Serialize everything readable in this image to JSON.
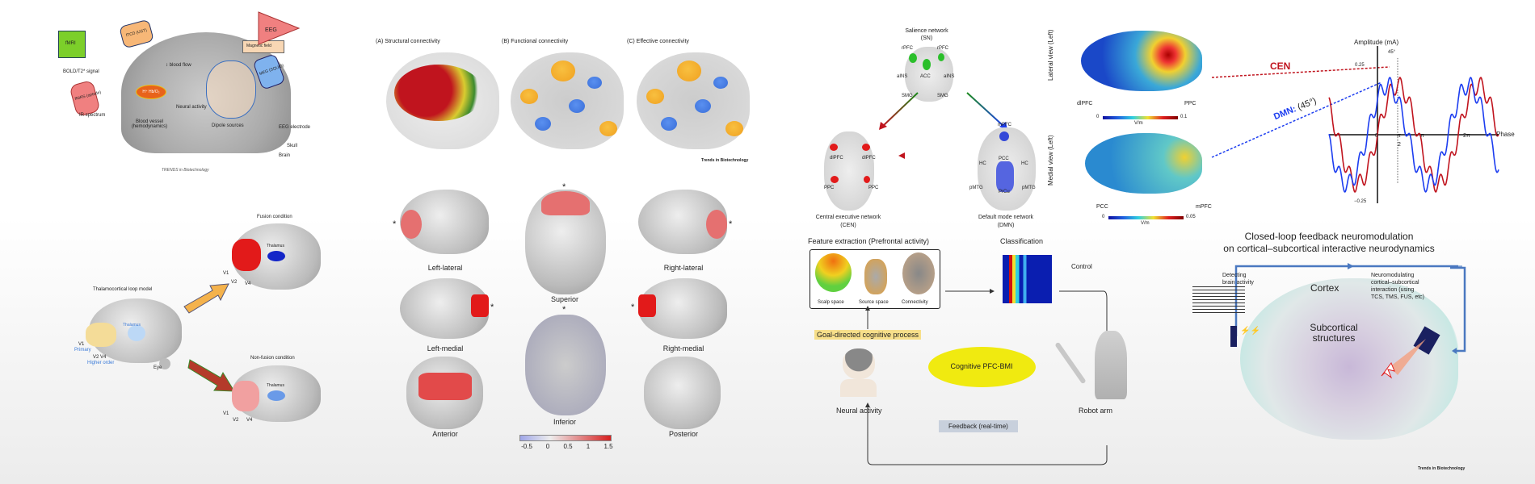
{
  "panel_imaging": {
    "fmri": "fMRI",
    "bold_signal": "BOLD/T2* signal",
    "fnirs": "fNIRS (optode)",
    "ir_spectrum": "IR spectrum",
    "ftcd": "fTCD (UST)",
    "blood_flow": "↕ blood flow",
    "hb": "H⁺ Hb/O₂",
    "neural_activity": "Neural activity",
    "blood_vessel": "Blood vessel (hemodynamics)",
    "dipole_sources": "Dipole sources",
    "magnetic_field": "Magnetic field",
    "meg": "MEG (SQUID)",
    "eeg": "EEG",
    "eeg_electrode": "EEG electrode",
    "skull": "Skull",
    "brain": "Brain",
    "credit": "TRENDS in Biotechnology"
  },
  "panel_fusion": {
    "fusion_title": "Fusion condition",
    "nonfusion_title": "Non-fusion condition",
    "loop_title": "Thalamocortical loop model",
    "thalamus": "Thalamus",
    "v1": "V1",
    "v2": "V2",
    "v4": "V4",
    "primary": "Primary",
    "v2v4": "V2  V4",
    "higher_order": "Higher order",
    "eye": "Eye"
  },
  "panel_connectivity": {
    "titles": [
      "(A) Structural connectivity",
      "(B) Functional connectivity",
      "(C) Effective connectivity"
    ],
    "credit": "Trends in Biotechnology"
  },
  "panel_surface": {
    "views": [
      "Left-lateral",
      "Superior",
      "Right-lateral",
      "Left-medial",
      "Inferior",
      "Right-medial",
      "Anterior",
      "Posterior"
    ],
    "asterisk": "*",
    "colorbar_ticks": [
      "-0.5",
      "0",
      "0.5",
      "1",
      "1.5"
    ],
    "colorbar_colors": [
      "#9fa6e8",
      "#ededed",
      "#d61f1f"
    ]
  },
  "panel_networks": {
    "sn_title": "Salience network",
    "sn_abbr": "(SN)",
    "sn_regions": [
      "rPFC",
      "rPFC",
      "aINS",
      "ACC",
      "aINS",
      "SMG",
      "SMG"
    ],
    "cen_regions": [
      "dlPFC",
      "dlPFC",
      "PPC",
      "PPC"
    ],
    "dmn_regions": [
      "mPFC",
      "HC",
      "PCC",
      "HC",
      "pMTG",
      "PrCu",
      "pMTG"
    ],
    "cen_title": "Central executive network",
    "cen_abbr": "(CEN)",
    "dmn_title": "Default mode network",
    "dmn_abbr": "(DMN)"
  },
  "panel_tacs": {
    "lateral_view": "Lateral view (Left)",
    "medial_view": "Medial view (Left)",
    "lateral_labels": [
      "dlPFC",
      "PPC"
    ],
    "medial_labels": [
      "PCC",
      "mPFC"
    ],
    "cbar1": [
      "0",
      "0.1"
    ],
    "cbar2": [
      "0",
      "0.05"
    ],
    "unit": "V/m",
    "cen": "CEN",
    "dmn": "DMN:",
    "dmn_phase": "(45°)",
    "y_label": "Amplitude (mA)",
    "x_label": "Phase",
    "y_ticks": [
      "0.25",
      "−0.25"
    ],
    "x_ticks": [
      "0",
      "π",
      "2",
      "π",
      "2π"
    ],
    "phase_shift": "45°",
    "cen_color": "#c0141e",
    "dmn_color": "#1c3df0"
  },
  "panel_bmi": {
    "feature_title": "Feature extraction (Prefrontal activity)",
    "feature_items": [
      "Scalp space",
      "Source space",
      "Connectivity"
    ],
    "classification": "Classification",
    "control": "Control",
    "goal": "Goal-directed cognitive process",
    "center": "Cognitive PFC-BMI",
    "neural_activity": "Neural activity",
    "robot_arm": "Robot arm",
    "feedback": "Feedback (real-time)"
  },
  "panel_closed_loop": {
    "title_line1": "Closed-loop feedback neuromodulation",
    "title_line2": "on cortical–subcortical interactive neurodynamics",
    "detecting": [
      "Detecting",
      "brain activity"
    ],
    "cortex": "Cortex",
    "subcortical": [
      "Subcortical",
      "structures"
    ],
    "neuromod": [
      "Neuromodulating",
      "cortical–subcortical",
      "interaction (using",
      "TCS, TMS, FUS, etc)"
    ],
    "credit": "Trends in Biotechnology"
  }
}
